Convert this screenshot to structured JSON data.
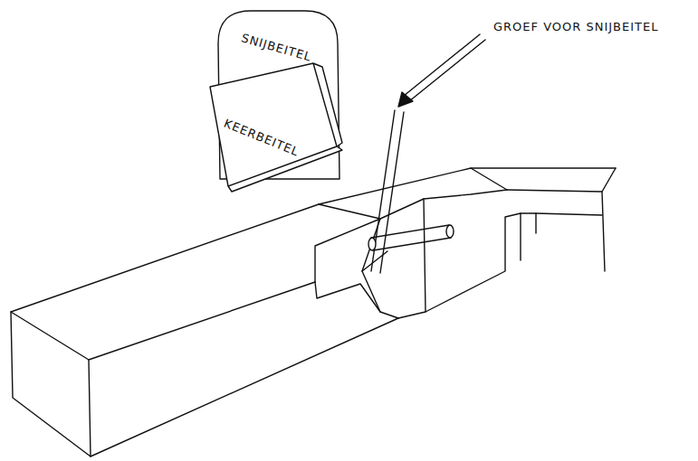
{
  "diagram": {
    "nodes": [
      {
        "text": [
          "SNIJBEITEL"
        ]
      },
      {
        "text": [
          "KEERBEITEL"
        ]
      }
    ],
    "labels": [
      "GROEF VOOR SNIJBEITEL"
    ]
  }
}
